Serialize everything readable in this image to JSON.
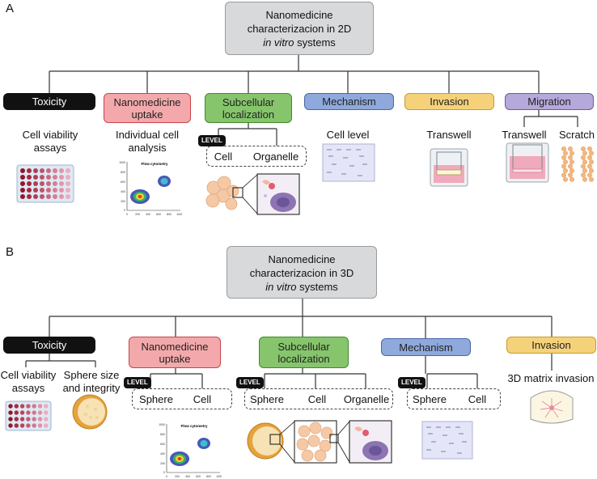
{
  "panelA": {
    "label": "A",
    "root": {
      "line1": "Nanomedicine",
      "line2": "characterizacion in 2D",
      "line3_italic": "in vitro",
      "line3_rest": " systems"
    },
    "categories": [
      {
        "label": "Toxicity",
        "sub": [
          "Cell viability",
          "assays"
        ]
      },
      {
        "label": "Nanomedicine uptake",
        "sub": [
          "Individual cell",
          "analysis"
        ]
      },
      {
        "label": "Subcellular localization",
        "level": "LEVEL",
        "items": [
          "Cell",
          "Organelle"
        ]
      },
      {
        "label": "Mechanism",
        "sub": [
          "Cell level"
        ]
      },
      {
        "label": "Invasion",
        "sub": [
          "Transwell"
        ]
      },
      {
        "label": "Migration",
        "items": [
          "Transwell",
          "Scratch"
        ]
      }
    ],
    "flow_title": "Flow cytometry"
  },
  "panelB": {
    "label": "B",
    "root": {
      "line1": "Nanomedicine",
      "line2": "characterizacion in 3D",
      "line3_italic": "in vitro",
      "line3_rest": " systems"
    },
    "categories": [
      {
        "label": "Toxicity",
        "items": [
          "Cell viability assays",
          "Sphere size and integrity"
        ]
      },
      {
        "label": "Nanomedicine uptake",
        "level": "LEVEL",
        "items": [
          "Sphere",
          "Cell"
        ]
      },
      {
        "label": "Subcellular localization",
        "level": "LEVEL",
        "items": [
          "Sphere",
          "Cell",
          "Organelle"
        ]
      },
      {
        "label": "Mechanism",
        "level": "LEVEL",
        "items": [
          "Sphere",
          "Cell"
        ]
      },
      {
        "label": "Invasion",
        "sub": [
          "3D matrix invasion"
        ]
      }
    ],
    "flow_title": "Flow cytometry"
  },
  "flow_axis": {
    "y_ticks": [
      "1000",
      "800",
      "600",
      "400",
      "200",
      "0"
    ],
    "x_ticks": [
      "0",
      "200",
      "400",
      "600",
      "800",
      "1000"
    ]
  },
  "colors": {
    "toxicity": "#111111",
    "uptake": "#f3a9ab",
    "localization": "#86c56c",
    "mechanism": "#8fa9dc",
    "invasion": "#f5d27a",
    "migration": "#b5a8da",
    "root": "#d8d9db"
  }
}
